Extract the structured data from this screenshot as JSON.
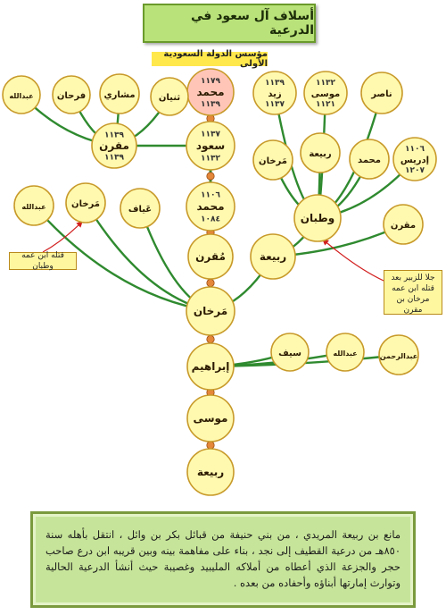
{
  "title": "أسلاف آل سعود في الدرعية",
  "subtitle": "مؤسس الدولة السعودية الأولى",
  "trunk_nodes": [
    {
      "id": "t-muhammad1",
      "name": "محمد",
      "top": "١١٧٩",
      "bottom": "١١٣٩",
      "highlight": true
    },
    {
      "id": "t-saud",
      "name": "سعود",
      "top": "١١٣٧",
      "bottom": "١١٣٢"
    },
    {
      "id": "t-muhammad2",
      "name": "محمد",
      "top": "١١٠٦",
      "bottom": "١٠٨٤"
    },
    {
      "id": "t-muqrin",
      "name": "مُقرن",
      "top": "",
      "bottom": ""
    },
    {
      "id": "t-markhan",
      "name": "مَرخان",
      "top": "",
      "bottom": ""
    },
    {
      "id": "t-ibrahim",
      "name": "إبراهيم",
      "top": "",
      "bottom": ""
    },
    {
      "id": "t-musa",
      "name": "موسى",
      "top": "",
      "bottom": ""
    },
    {
      "id": "t-rabia",
      "name": "ربيعة",
      "top": "",
      "bottom": ""
    }
  ],
  "left_nodes": [
    {
      "id": "l-abdullah1",
      "name": "عبدالله"
    },
    {
      "id": "l-farhan",
      "name": "فرحان"
    },
    {
      "id": "l-mishari",
      "name": "مشاري"
    },
    {
      "id": "l-thunayan",
      "name": "ثنيان"
    },
    {
      "id": "l-muqrin",
      "name": "مقرن",
      "top": "١١٣٩",
      "bottom": "١١٣٩"
    },
    {
      "id": "l-abdullah2",
      "name": "عبدالله"
    },
    {
      "id": "l-markhan",
      "name": "مَرخان"
    },
    {
      "id": "l-ayaf",
      "name": "عَياف"
    }
  ],
  "right_nodes": [
    {
      "id": "r-zaid",
      "name": "زيد",
      "top": "١١٣٩",
      "bottom": "١١٣٧"
    },
    {
      "id": "r-musa",
      "name": "موسى",
      "top": "١١٣٢",
      "bottom": "١١٢١"
    },
    {
      "id": "r-nasir",
      "name": "ناصر"
    },
    {
      "id": "r-markhan",
      "name": "مَرخان"
    },
    {
      "id": "r-rabia2",
      "name": "ربيعة"
    },
    {
      "id": "r-muhammad",
      "name": "محمد"
    },
    {
      "id": "r-idris",
      "name": "إدريس",
      "top": "١١٠٦",
      "bottom": "١٢٠٧"
    },
    {
      "id": "r-watban",
      "name": "وطبان"
    },
    {
      "id": "r-muqrin",
      "name": "مقرن"
    },
    {
      "id": "r-rabia",
      "name": "ربيعة"
    },
    {
      "id": "r-saif",
      "name": "سيف"
    },
    {
      "id": "r-abdullah",
      "name": "عبدالله"
    },
    {
      "id": "r-abdulrahman",
      "name": "عبدالرحمن"
    }
  ],
  "notes": {
    "left": "قتله ابن عمه وطبان",
    "right": "جلا للزبير بعد قتله ابن عمه مرخان بن مقرن"
  },
  "footer": "مانع بن ربيعة المريدي ، من بني حنيفة من قبائل بكر بن وائل ، انتقل بأهله سنة ٨٥٠هـ من درعية القطيف إلى نجد ، بناء على مفاهمة بينه وبين قريبه ابن درع صاحب حجر والجزعة الذي أعطاه من أملاكه المليبيد وغصيبة حيث أنشأ الدرعية الحالية وتوارث إمارتها أبناؤه وأحفاده من بعده .",
  "colors": {
    "node_fill": "#fff9b0",
    "node_stroke": "#c89a2a",
    "highlight_fill": "#ffc6b8",
    "edge": "#2f8a2f",
    "bead": "#e4873a",
    "footer_bg": "#c7e59a"
  }
}
